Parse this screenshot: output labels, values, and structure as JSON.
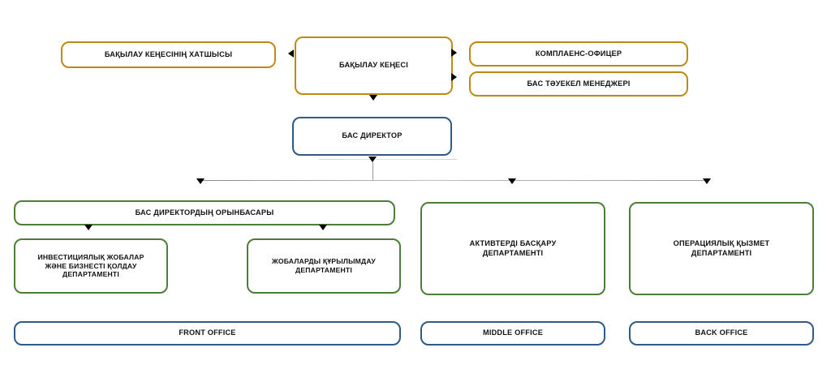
{
  "diagram": {
    "type": "org-chart",
    "colors": {
      "gold": "#C08A12",
      "navy": "#2E5A87",
      "green": "#4E7D38",
      "connector": "#9a9a9a",
      "text": "#111111",
      "background": "#ffffff"
    },
    "nodes": {
      "board_secretary": "БАҚЫЛАУ КЕҢЕСІНІҢ ХАТШЫСЫ",
      "supervisory_board": "БАҚЫЛАУ КЕҢЕСІ",
      "compliance_officer": "КОМПЛАЕНС-ОФИЦЕР",
      "chief_risk_manager": "БАС ТӘУЕКЕЛ МЕНЕДЖЕРІ",
      "general_director": "БАС ДИРЕКТОР",
      "deputy_general_director": "БАС ДИРЕКТОРДЫҢ ОРЫНБАСАРЫ",
      "investment_projects_dept": "ИНВЕСТИЦИЯЛЫҚ ЖОБАЛАР\nЖӘНЕ БИЗНЕСТІ ҚОЛДАУ\nДЕПАРТАМЕНТІ",
      "project_structuring_dept": "ЖОБАЛАРДЫ ҚҰРЫЛЫМДАУ\nДЕПАРТАМЕНТІ",
      "asset_management_dept": "АКТИВТЕРДІ БАСҚАРУ\nДЕПАРТАМЕНТІ",
      "operations_dept": "ОПЕРАЦИЯЛЫҚ ҚЫЗМЕТ\nДЕПАРТАМЕНТІ",
      "front_office": "FRONT OFFICE",
      "middle_office": "MIDDLE OFFICE",
      "back_office": "BACK OFFICE"
    }
  }
}
